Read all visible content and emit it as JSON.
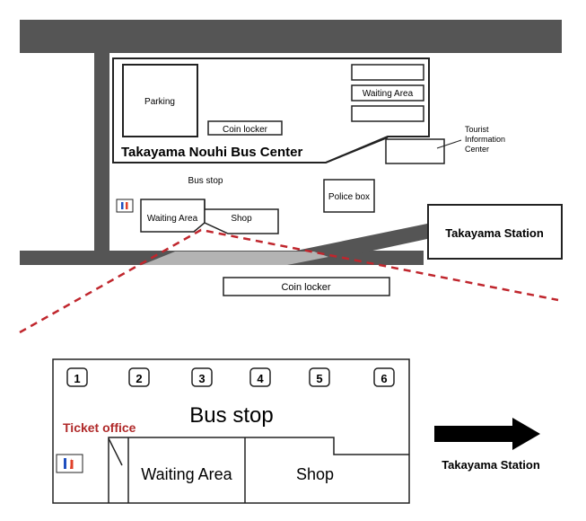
{
  "top_map": {
    "parking": "Parking",
    "coin_locker_upper": "Coin locker",
    "waiting_area_right": "Waiting Area",
    "bus_center": "Takayama Nouhi Bus Center",
    "tourist_info": [
      "Tourist",
      "Information",
      "Center"
    ],
    "bus_stop": "Bus stop",
    "police_box": "Police box",
    "waiting_area": "Waiting Area",
    "shop": "Shop",
    "station": "Takayama Station",
    "coin_locker_lower": "Coin locker"
  },
  "detail": {
    "stop_numbers": [
      "1",
      "2",
      "3",
      "4",
      "5",
      "6"
    ],
    "ticket_office": "Ticket office",
    "bus_stop": "Bus stop",
    "waiting_area": "Waiting Area",
    "shop": "Shop",
    "direction_label": "Takayama Station"
  },
  "colors": {
    "road": "#555555",
    "platform": "#b3b3b3",
    "dashed_line": "#c0262d",
    "ticket_label": "#b02a2a",
    "restroom_male": "#1f4fbf",
    "restroom_female": "#e0412a"
  },
  "icons": {
    "restroom": "restroom-icon",
    "arrow": "right-arrow-icon"
  }
}
